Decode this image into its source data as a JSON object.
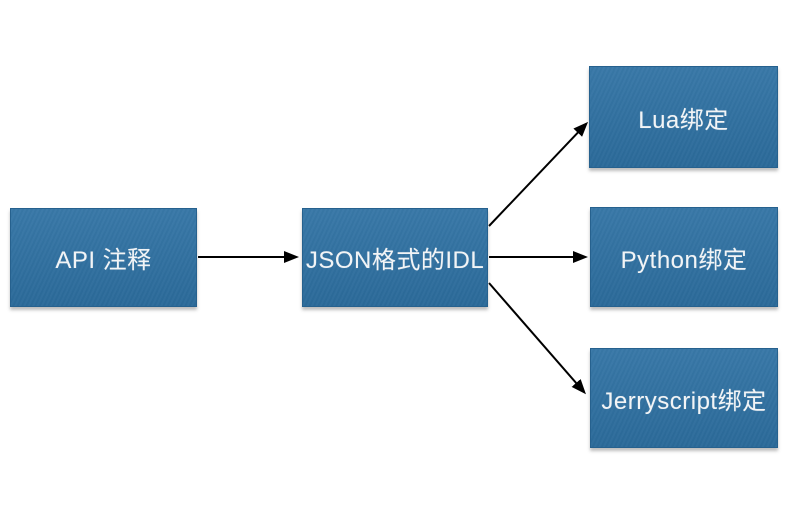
{
  "diagram": {
    "title": "API annotation to language bindings flow",
    "colors": {
      "canvas": "#FFFFFF",
      "node_fill": "#2E71A3",
      "node_border": "#26618E",
      "node_text": "#F2F4F6",
      "arrow": "#000000"
    },
    "nodes": [
      {
        "id": "api",
        "label": "API 注释"
      },
      {
        "id": "idl",
        "label": "JSON格式的IDL"
      },
      {
        "id": "lua",
        "label": "Lua绑定"
      },
      {
        "id": "python",
        "label": "Python绑定"
      },
      {
        "id": "jerryscript",
        "label": "Jerryscript绑定"
      }
    ],
    "edges": [
      {
        "from": "api",
        "to": "idl"
      },
      {
        "from": "idl",
        "to": "lua"
      },
      {
        "from": "idl",
        "to": "python"
      },
      {
        "from": "idl",
        "to": "jerryscript"
      }
    ]
  }
}
